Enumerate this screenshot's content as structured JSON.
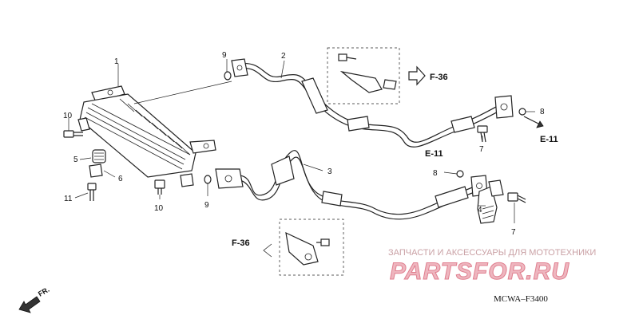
{
  "callouts": [
    "1",
    "2",
    "3",
    "4",
    "5",
    "6",
    "7",
    "7",
    "8",
    "8",
    "9",
    "9",
    "10",
    "10",
    "11"
  ],
  "references": {
    "f36_top": "F-36",
    "f36_bottom": "F-36",
    "e11_right": "E-11",
    "e11_mid": "E-11"
  },
  "front_arrow": "FR.",
  "diagram_code": "MCWA–F3400",
  "watermark": {
    "tagline": "ЗАПЧАСТИ И АКСЕССУАРЫ ДЛЯ МОТОТЕХНИКИ",
    "brand": "PARTSFOR.RU"
  }
}
